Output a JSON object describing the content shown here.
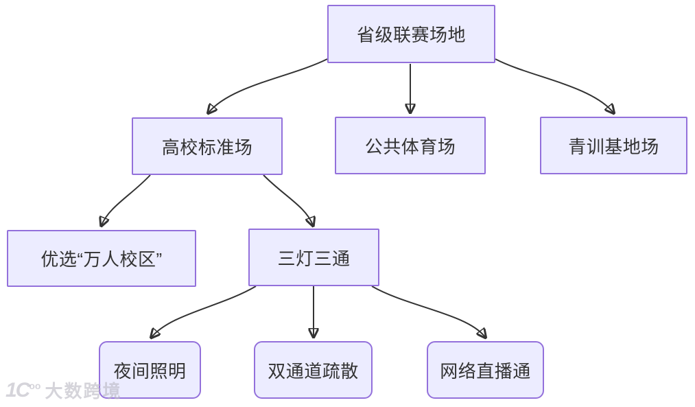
{
  "diagram": {
    "type": "flowchart",
    "direction": "top-down",
    "nodes": {
      "root": {
        "label": "省级联赛场地",
        "shape": "rect"
      },
      "university": {
        "label": "高校标准场",
        "shape": "rect"
      },
      "public": {
        "label": "公共体育场",
        "shape": "rect"
      },
      "youth": {
        "label": "青训基地场",
        "shape": "rect"
      },
      "campus": {
        "label": "优选“万人校区”",
        "shape": "rect"
      },
      "three_lights": {
        "label": "三灯三通",
        "shape": "rect"
      },
      "lighting": {
        "label": "夜间照明",
        "shape": "rounded"
      },
      "evacuation": {
        "label": "双通道疏散",
        "shape": "rounded"
      },
      "broadcast": {
        "label": "网络直播通",
        "shape": "rounded"
      }
    },
    "edges": [
      {
        "from": "省级联赛场地",
        "to": "高校标准场"
      },
      {
        "from": "省级联赛场地",
        "to": "公共体育场"
      },
      {
        "from": "省级联赛场地",
        "to": "青训基地场"
      },
      {
        "from": "高校标准场",
        "to": "优选“万人校区”"
      },
      {
        "from": "高校标准场",
        "to": "三灯三通"
      },
      {
        "from": "三灯三通",
        "to": "夜间照明"
      },
      {
        "from": "三灯三通",
        "to": "双通道疏散"
      },
      {
        "from": "三灯三通",
        "to": "网络直播通"
      }
    ],
    "colors": {
      "node_fill": "#ECECFF",
      "node_border": "#9370DB",
      "edge_stroke": "#333333",
      "text": "#333333",
      "background": "#FFFFFF"
    }
  },
  "watermark": {
    "logo_main": "1C",
    "logo_sup": "oo",
    "text": "大数跨境"
  }
}
